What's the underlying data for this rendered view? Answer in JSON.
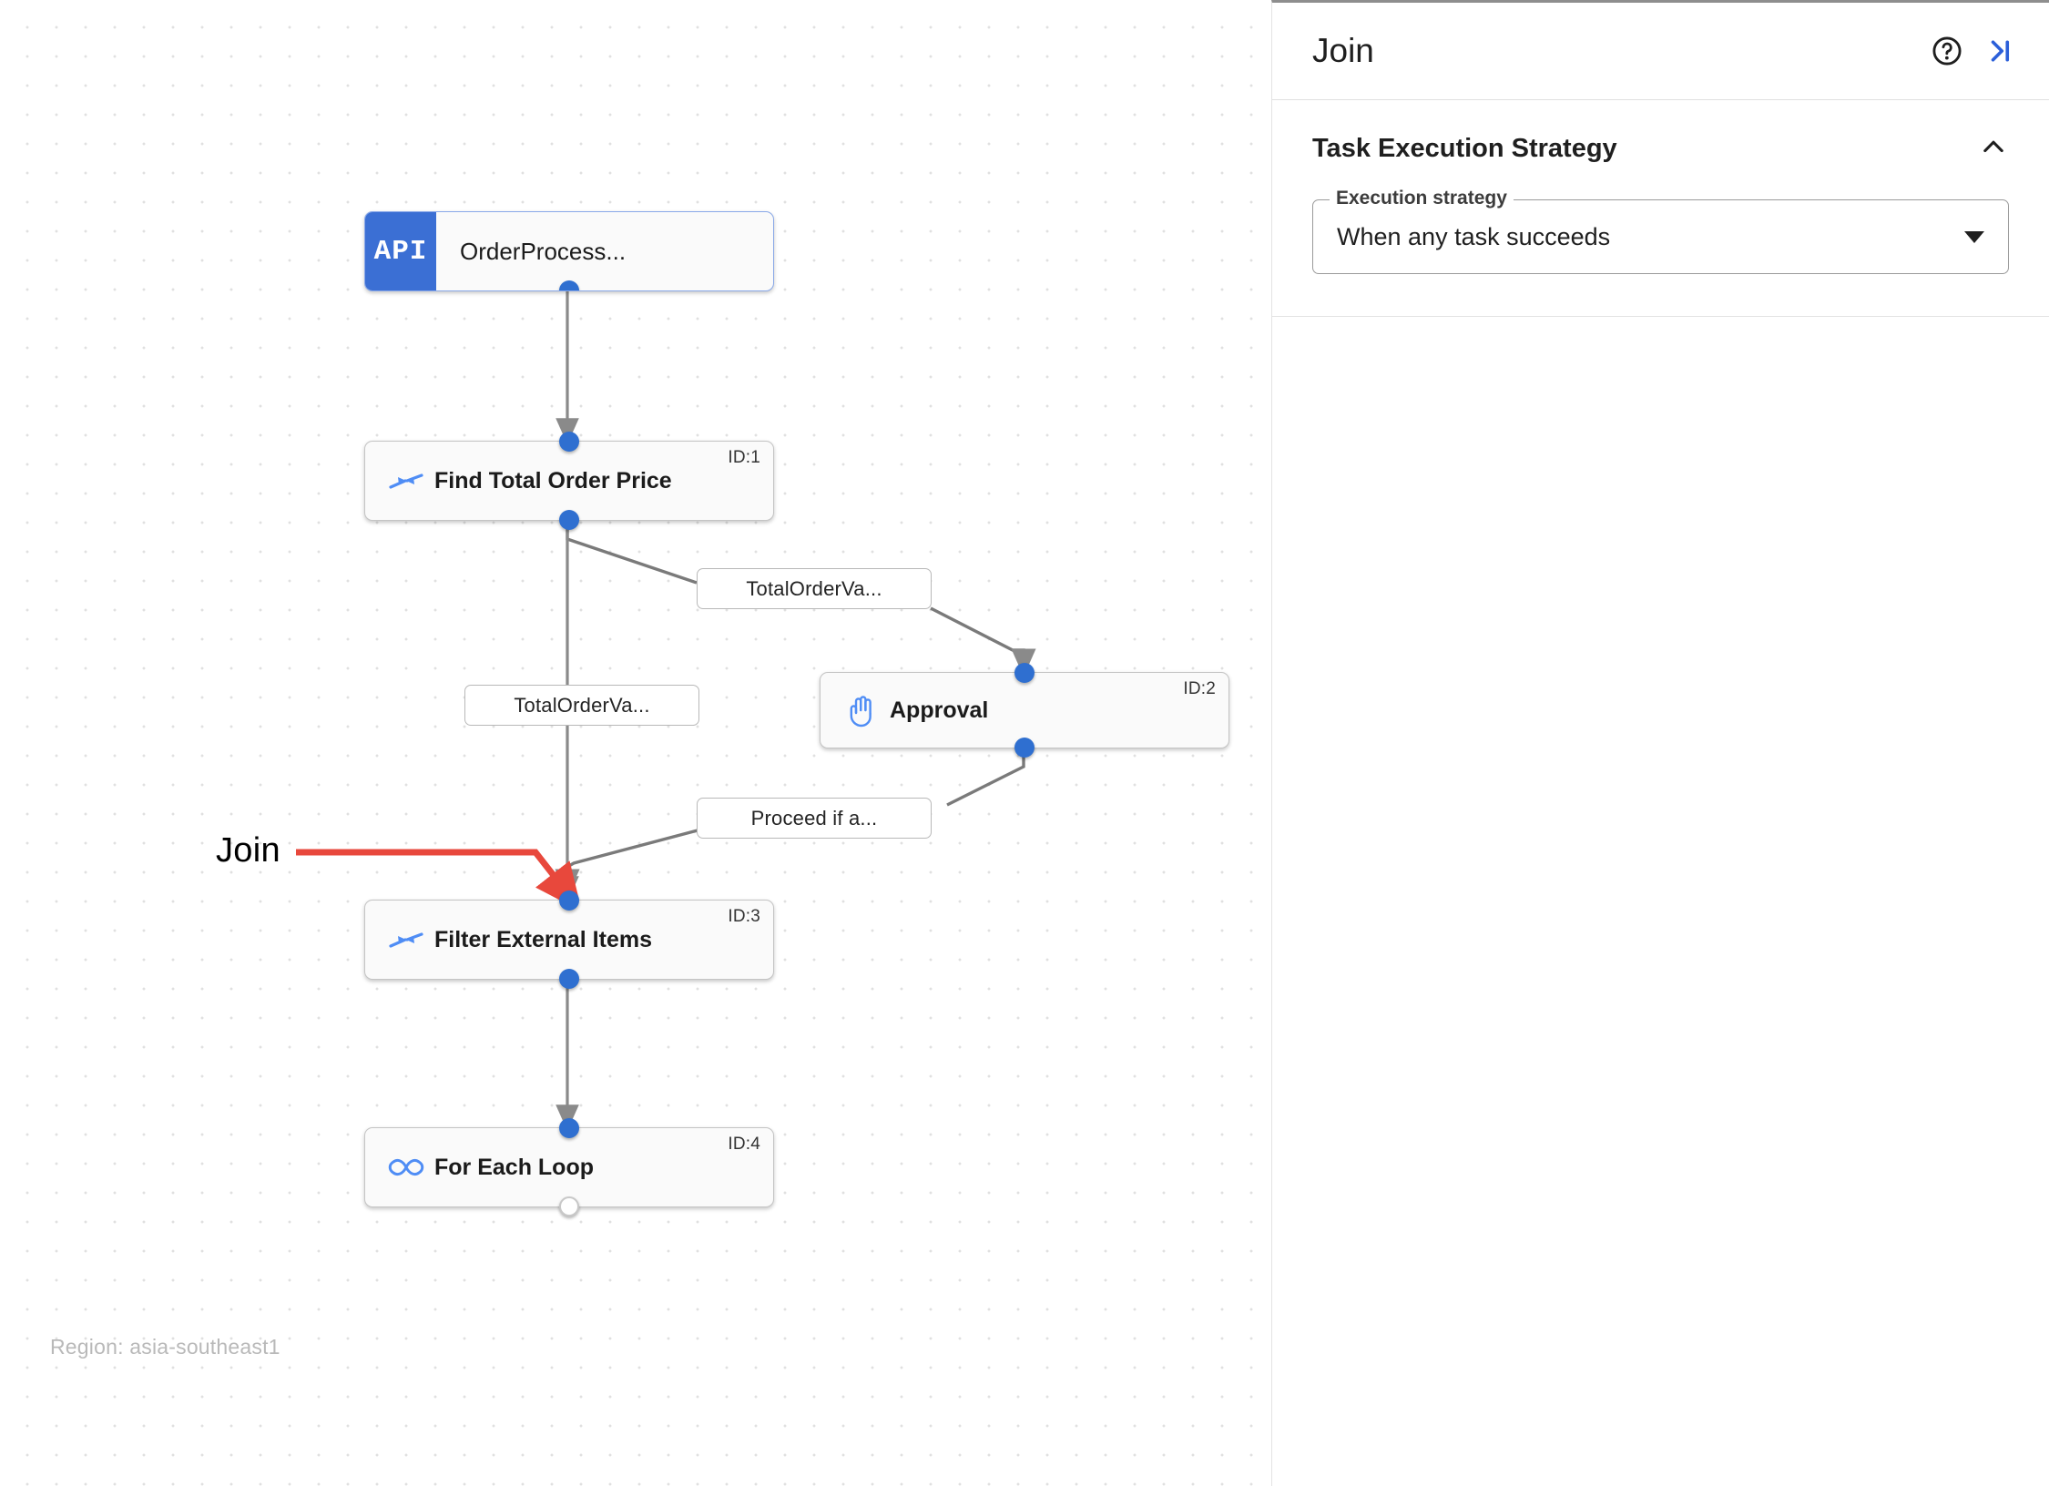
{
  "canvas": {
    "region_note": "Region: asia-southeast1",
    "annotation": {
      "label": "Join",
      "color": "#e8483c"
    },
    "nodes": [
      {
        "id": "api",
        "title": "OrderProcess...",
        "badge": "API",
        "icon": "api-badge-icon"
      },
      {
        "id": "1",
        "title": "Find Total Order Price",
        "id_label": "ID:1",
        "icon": "merge-arrows-icon"
      },
      {
        "id": "2",
        "title": "Approval",
        "id_label": "ID:2",
        "icon": "hand-raised-icon"
      },
      {
        "id": "3",
        "title": "Filter External Items",
        "id_label": "ID:3",
        "icon": "merge-arrows-icon"
      },
      {
        "id": "4",
        "title": "For Each Loop",
        "id_label": "ID:4",
        "icon": "infinity-loop-icon"
      }
    ],
    "edge_labels": [
      {
        "key": "to_approval",
        "text": "TotalOrderVa..."
      },
      {
        "key": "to_filter_direct",
        "text": "TotalOrderVa..."
      },
      {
        "key": "approval_proceed",
        "text": "Proceed if a..."
      }
    ]
  },
  "panel": {
    "title": "Join",
    "help_icon": "help-circle-icon",
    "collapse_panel_icon": "collapse-right-icon",
    "section": {
      "title": "Task Execution Strategy",
      "chevron_icon": "chevron-up-icon",
      "field": {
        "legend": "Execution strategy",
        "value": "When any task succeeds",
        "caret_icon": "dropdown-caret-icon"
      }
    }
  },
  "colors": {
    "accent_blue": "#3b6fd4",
    "connector_blue": "#2f6fd0",
    "icon_blue": "#4f8df5",
    "annotation_red": "#e8483c",
    "edge_gray": "#7a7a7a"
  }
}
